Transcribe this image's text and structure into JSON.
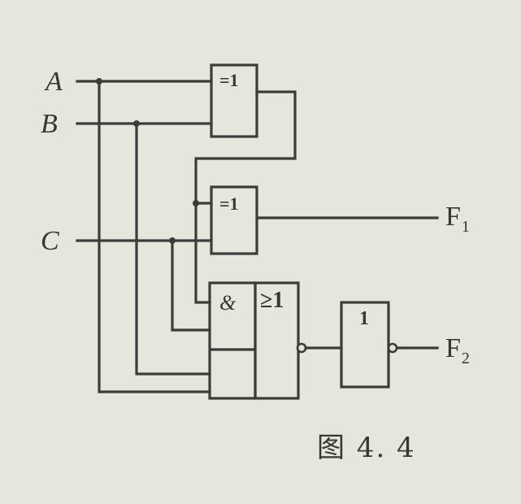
{
  "inputs": {
    "a": "A",
    "b": "B",
    "c": "C"
  },
  "outputs": {
    "f1_main": "F",
    "f1_sub": "1",
    "f2_main": "F",
    "f2_sub": "2"
  },
  "gates": {
    "xor1_symbol": "=1",
    "xor2_symbol": "=1",
    "and_symbol": "&",
    "nor_symbol": "≥1",
    "not_symbol": "1"
  },
  "caption": "图 4. 4"
}
